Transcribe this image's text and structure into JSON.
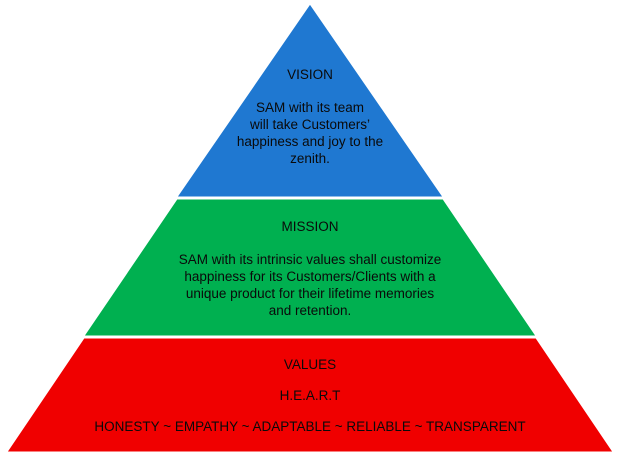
{
  "colors": {
    "vision": "#1f78d1",
    "mission": "#00b050",
    "values": "#f00000",
    "outline": "#ffffff"
  },
  "vision": {
    "title": "VISION",
    "lines": [
      "SAM with its team",
      "will take Customers’",
      "happiness and joy to the",
      "zenith."
    ]
  },
  "mission": {
    "title": "MISSION",
    "lines": [
      "SAM with its intrinsic values shall customize",
      "happiness for its Customers/Clients with a",
      "unique product for their lifetime memories",
      "and retention."
    ]
  },
  "values": {
    "title": "VALUES",
    "subtitle": "H.E.A.R.T",
    "text": "HONESTY ~ EMPATHY ~ ADAPTABLE ~ RELIABLE ~ TRANSPARENT"
  }
}
